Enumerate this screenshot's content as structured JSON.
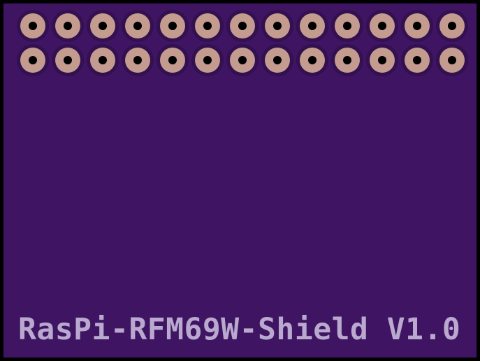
{
  "board": {
    "silkscreen_label": "RasPi-RFM69W-Shield V1.0"
  },
  "header": {
    "rows": 2,
    "pins_per_row": 13
  },
  "colors": {
    "soldermask": "#3f1563",
    "board_edge": "#000000",
    "pad_ring": "#c49b8f",
    "pad_drill": "#000000",
    "pad_clearance": "#33104f",
    "silkscreen": "#b9a9cf"
  }
}
